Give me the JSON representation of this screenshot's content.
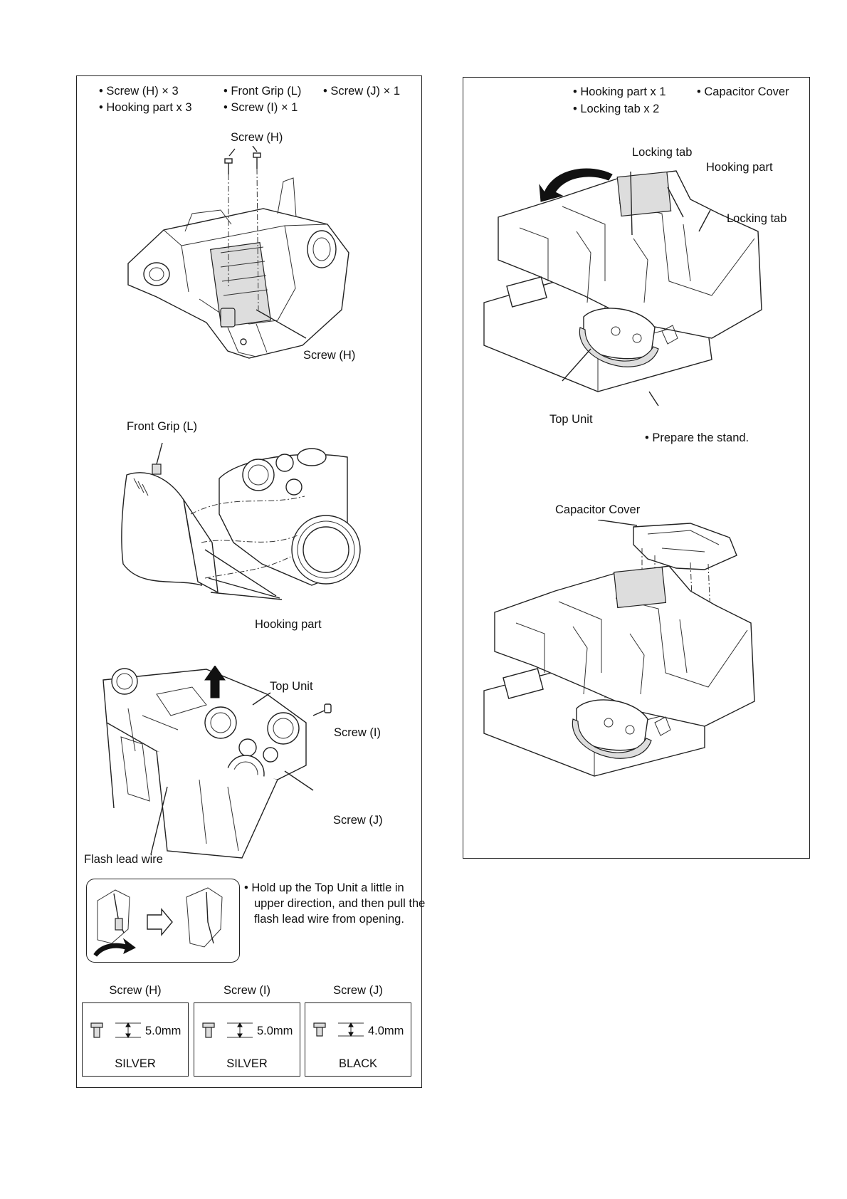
{
  "left": {
    "parts": [
      "Screw (H) × 3",
      "Front Grip (L)",
      "Screw (J) × 1",
      "Hooking part x 3",
      "Screw (I) × 1"
    ],
    "step1": {
      "screw_h_top": "Screw (H)",
      "screw_h_bottom": "Screw (H)"
    },
    "step2": {
      "front_grip": "Front Grip (L)",
      "hooking_part": "Hooking part"
    },
    "step3": {
      "top_unit": "Top Unit",
      "screw_i": "Screw (I)",
      "screw_j": "Screw (J)",
      "flash_lead_wire": "Flash lead wire"
    },
    "note": "Hold up the Top Unit a little in upper direction, and then pull the flash lead wire from opening.",
    "specs": [
      {
        "title": "Screw (H)",
        "length": "5.0mm",
        "color": "SILVER"
      },
      {
        "title": "Screw (I)",
        "length": "5.0mm",
        "color": "SILVER"
      },
      {
        "title": "Screw (J)",
        "length": "4.0mm",
        "color": "BLACK"
      }
    ]
  },
  "right": {
    "parts": [
      "Hooking part x 1",
      "Capacitor Cover",
      "Locking tab x 2"
    ],
    "step1": {
      "locking_tab_1": "Locking tab",
      "hooking_part": "Hooking part",
      "locking_tab_2": "Locking tab",
      "top_unit": "Top Unit",
      "prepare": "Prepare the stand."
    },
    "step2": {
      "capacitor_cover": "Capacitor Cover"
    }
  }
}
